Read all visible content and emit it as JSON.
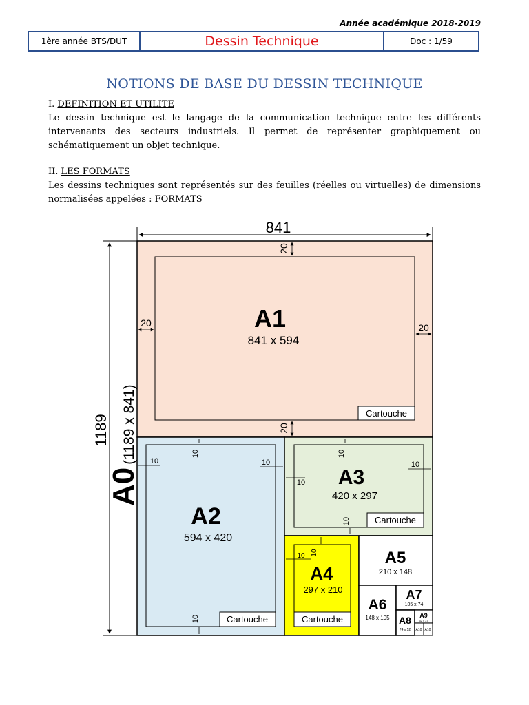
{
  "header": {
    "year": "Année académique 2018-2019",
    "level": "1ère année BTS/DUT",
    "subject": "Dessin Technique",
    "doc": "Doc : 1/59"
  },
  "title": "NOTIONS DE BASE DU DESSIN TECHNIQUE",
  "section1": {
    "number": "I.",
    "heading": "DEFINITION ET UTILITE",
    "text": "Le dessin technique est le langage de la communication technique entre les différents intervenants des secteurs industriels. Il permet de représenter graphiquement ou schématiquement un objet technique."
  },
  "section2": {
    "number": "II.",
    "heading": "LES FORMATS",
    "text": "Les dessins techniques sont représentés sur des feuilles (réelles ou virtuelles) de dimensions normalisées appelées : FORMATS"
  },
  "figure": {
    "width_dim": "841",
    "height_dim": "1189",
    "a0_label": "A0",
    "a0_size": "(1189 x 841)",
    "margin20": "20",
    "margin10": "10",
    "cartouche": "Cartouche",
    "colors": {
      "a1": "#fbe2d4",
      "a2": "#d9eaf3",
      "a3": "#e5efda",
      "a4": "#ffff00",
      "line": "#000000"
    },
    "formats": {
      "a1": {
        "label": "A1",
        "size": "841 x 594"
      },
      "a2": {
        "label": "A2",
        "size": "594 x 420"
      },
      "a3": {
        "label": "A3",
        "size": "420 x 297"
      },
      "a4": {
        "label": "A4",
        "size": "297 x 210"
      },
      "a5": {
        "label": "A5",
        "size": "210 x 148"
      },
      "a6": {
        "label": "A6",
        "size": "148 x 105"
      },
      "a7": {
        "label": "A7",
        "size": "105 x 74"
      },
      "a8": {
        "label": "A8",
        "size": "74 x 52"
      },
      "a9": {
        "label": "A9",
        "size": "52 x 37"
      },
      "a10": {
        "label": "A10"
      }
    }
  }
}
